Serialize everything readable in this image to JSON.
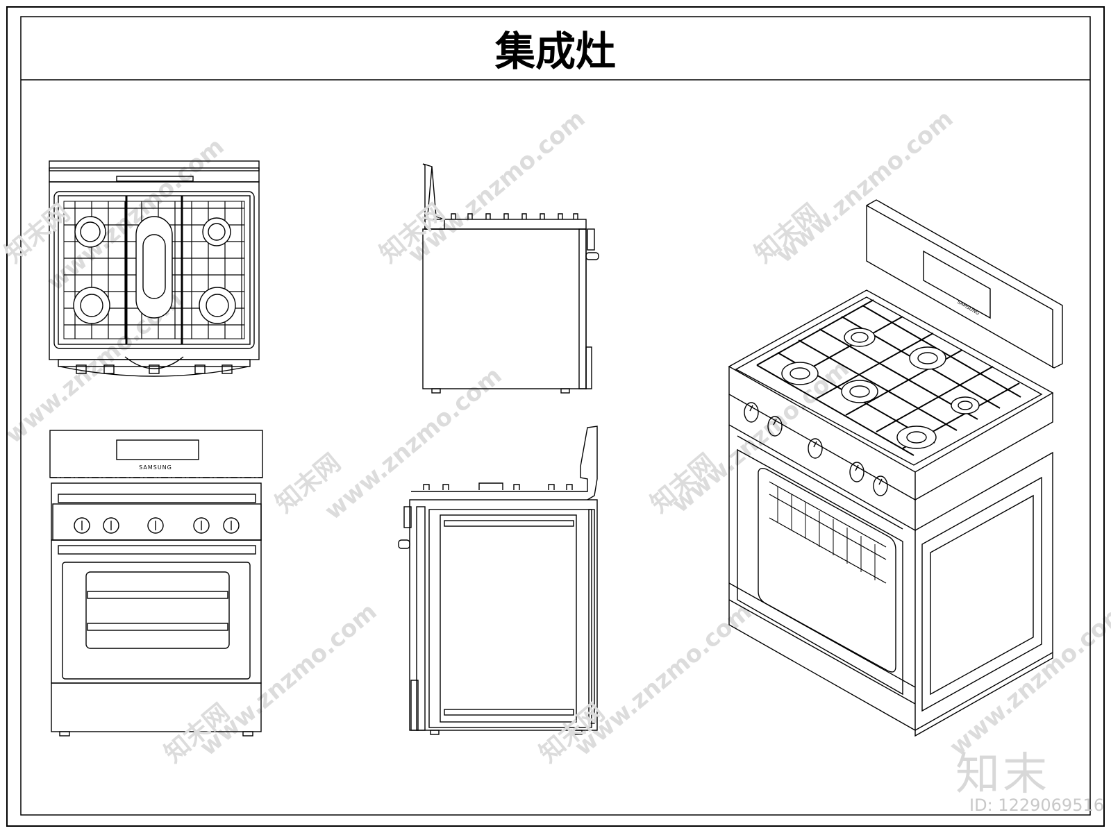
{
  "title": "集成灶",
  "brand_plate": "SAMSUNG",
  "watermark": {
    "url": "www.znzmo.com",
    "site_cn": "知末网",
    "brand": "知末",
    "id_text": "ID: 1229069516"
  },
  "colors": {
    "line": "#000000",
    "watermark": "#d8d8d8",
    "background": "#ffffff"
  },
  "views": [
    "top-view",
    "side-view-left",
    "front-view",
    "side-view-right",
    "isometric-view"
  ]
}
